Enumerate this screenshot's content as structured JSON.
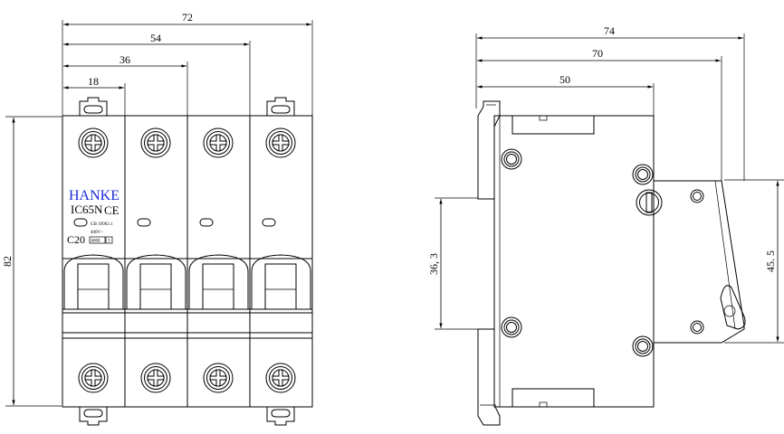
{
  "front_view": {
    "dimensions": {
      "width_72": "72",
      "width_54": "54",
      "width_36": "36",
      "width_18": "18",
      "height_82": "82"
    },
    "label": {
      "brand": "HANKE",
      "model": "IC65N",
      "ce_mark": "CE",
      "standard": "GB 10963.1",
      "voltage": "400V~",
      "rating": "C20",
      "breaking_capacity": "6000",
      "class": "3"
    },
    "brand_color": "#1a2bd8"
  },
  "side_view": {
    "dimensions": {
      "depth_74": "74",
      "depth_70": "70",
      "depth_50": "50",
      "rail_36_3": "36, 3",
      "height_45_5": "45. 5"
    }
  }
}
